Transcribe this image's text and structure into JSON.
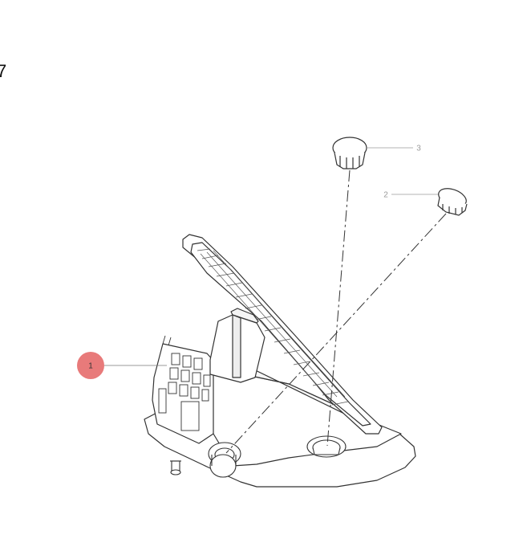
{
  "page": {
    "corner_number": "7"
  },
  "callouts": [
    {
      "id": "callout-1",
      "label": "1",
      "highlighted": true
    },
    {
      "id": "callout-2",
      "label": "2",
      "highlighted": false
    },
    {
      "id": "callout-3",
      "label": "3",
      "highlighted": false
    }
  ],
  "colors": {
    "highlight": "#e87a7a",
    "line": "#333333",
    "leader": "#9a9a9a"
  }
}
